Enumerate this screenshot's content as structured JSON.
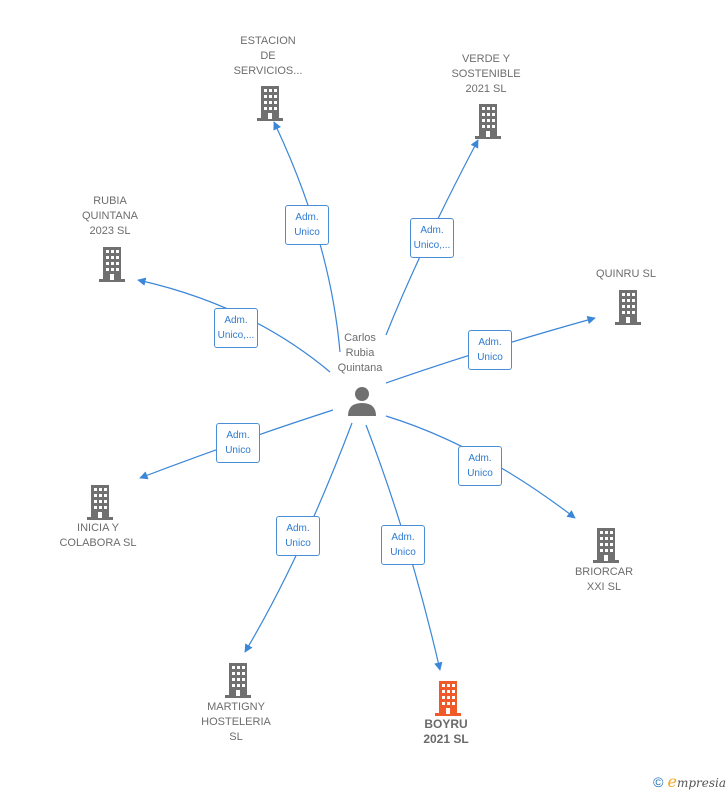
{
  "colors": {
    "edge": "#3a86d8",
    "company": "#707070",
    "highlight": "#f05a28",
    "person": "#707070"
  },
  "center": {
    "label": "Carlos\nRubia\nQuintana",
    "icon": "person-icon"
  },
  "companies": [
    {
      "id": "estacion",
      "label": "ESTACION\nDE\nSERVICIOS...",
      "edge_label": "Adm.\nUnico",
      "highlight": false
    },
    {
      "id": "verde",
      "label": "VERDE Y\nSOSTENIBLE\n2021  SL",
      "edge_label": "Adm.\nUnico,...",
      "highlight": false
    },
    {
      "id": "rubia",
      "label": "RUBIA\nQUINTANA\n2023  SL",
      "edge_label": "Adm.\nUnico,...",
      "highlight": false
    },
    {
      "id": "quinru",
      "label": "QUINRU  SL",
      "edge_label": "Adm.\nUnico",
      "highlight": false
    },
    {
      "id": "inicia",
      "label": "INICIA Y\nCOLABORA  SL",
      "edge_label": "Adm.\nUnico",
      "highlight": false
    },
    {
      "id": "briorcar",
      "label": "BRIORCAR\nXXI  SL",
      "edge_label": "Adm.\nUnico",
      "highlight": false
    },
    {
      "id": "martigny",
      "label": "MARTIGNY\nHOSTELERIA\nSL",
      "edge_label": "Adm.\nUnico",
      "highlight": false
    },
    {
      "id": "boyru",
      "label": "BOYRU\n2021  SL",
      "edge_label": "Adm.\nUnico",
      "highlight": true
    }
  ],
  "footer": {
    "copyright": "©",
    "brand_first": "e",
    "brand_rest": "mpresia"
  }
}
